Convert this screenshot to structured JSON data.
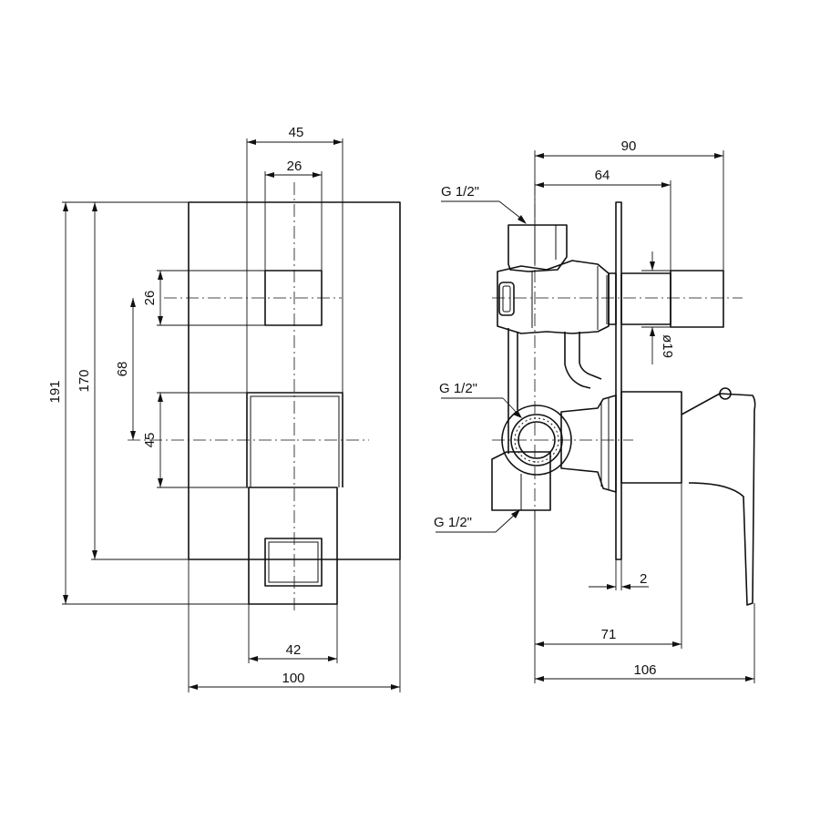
{
  "front_view": {
    "width_label": "100",
    "height_outer_label": "191",
    "height_inner_label": "170",
    "handle_width_label": "45",
    "diverter_width_label": "26",
    "diverter_height_label": "26",
    "centers_label": "68",
    "handle_height_label": "45",
    "spout_width_label": "42"
  },
  "side_view": {
    "depth_diverter_outer_label": "90",
    "depth_diverter_inner_label": "64",
    "diameter_label": "ø19",
    "plate_thickness_label": "2",
    "depth_body_label": "71",
    "depth_total_label": "106",
    "thread_top_label": "G 1/2\"",
    "thread_middle_label": "G 1/2\"",
    "thread_bottom_label": "G 1/2\""
  }
}
